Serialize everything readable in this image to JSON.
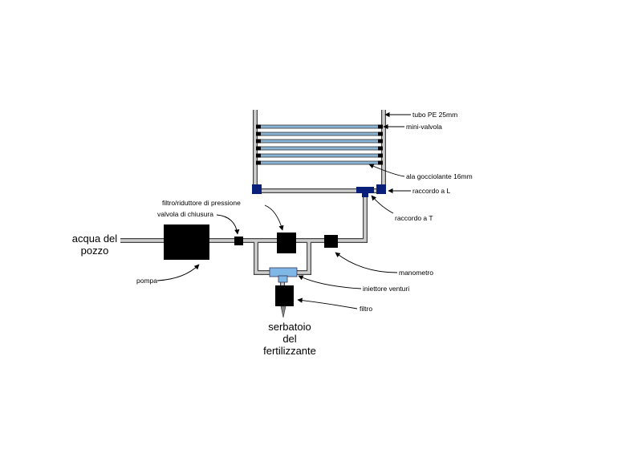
{
  "labels": {
    "well_water_line1": "acqua del",
    "well_water_line2": "pozzo",
    "pump": "pompa",
    "shutoff_valve": "valvola di chiusura",
    "filter_pressure_reducer": "filtro/riduttore di pressione",
    "pressure_gauge": "manometro",
    "venturi_injector": "iniettore venturi",
    "filter": "filtro",
    "tank_line1": "serbatoio",
    "tank_line2": "del",
    "tank_line3": "fertilizzante",
    "pe_pipe": "tubo PE 25mm",
    "mini_valve": "mini-valvola",
    "drip_line": "ala gocciolante 16mm",
    "elbow_fitting": "raccordo a L",
    "tee_fitting": "raccordo a T"
  },
  "colors": {
    "component": "#000000",
    "fitting": "#0a1f7a",
    "venturi": "#7fb8e6",
    "pipe_outline": "#444444",
    "pipe_fill": "#cfcfcf",
    "drip_line": "#8ab4d6"
  }
}
